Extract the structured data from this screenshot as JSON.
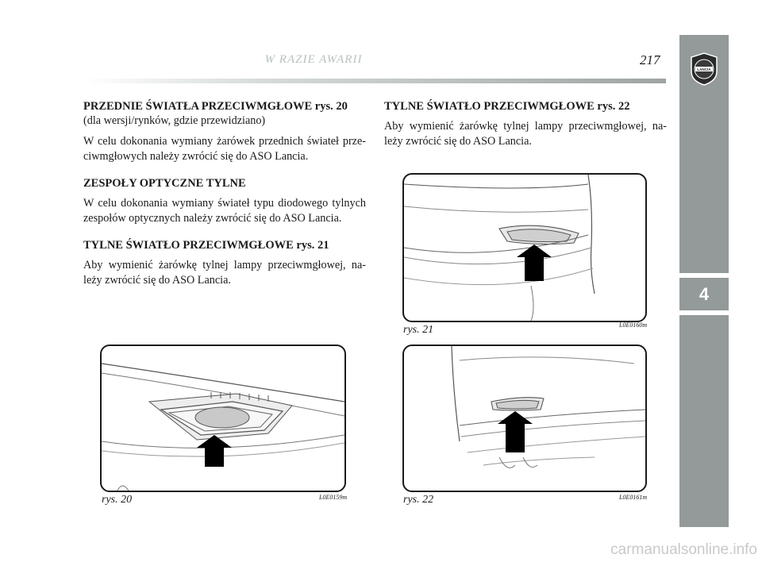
{
  "header": {
    "title": "W RAZIE AWARII",
    "page_number": "217"
  },
  "sidebar": {
    "logo_text": "LANCIA",
    "chapter": "4"
  },
  "left_column": {
    "section1": {
      "heading": "PRZEDNIE ŚWIATŁA PRZECIWMGŁOWE rys. 20",
      "subheading": "(dla wersji/rynków, gdzie przewidziano)",
      "body": "W celu dokonania wymiany żarówek przednich świateł prze-ciwmgłowych należy zwrócić się do ASO Lancia."
    },
    "section2": {
      "heading": "ZESPOŁY OPTYCZNE TYLNE",
      "body": "W celu dokonania wymiany świateł typu diodowego tylnych zespołów optycznych należy zwrócić się do ASO Lancia."
    },
    "section3": {
      "heading": "TYLNE ŚWIATŁO PRZECIWMGŁOWE rys. 21",
      "body": "Aby wymienić żarówkę tylnej lampy przeciwmgłowej, na-leży zwrócić się do ASO Lancia."
    }
  },
  "right_column": {
    "section1": {
      "heading": "TYLNE ŚWIATŁO PRZECIWMGŁOWE rys. 22",
      "body": "Aby wymienić żarówkę tylnej lampy przeciwmgłowej, na-leży zwrócić się do ASO Lancia."
    }
  },
  "figures": {
    "fig20": {
      "caption": "rys. 20",
      "code": "L0E0159m"
    },
    "fig21": {
      "caption": "rys. 21",
      "code": "L0E0160m"
    },
    "fig22": {
      "caption": "rys. 22",
      "code": "L0E0161m"
    }
  },
  "watermark": "carmanualsonline.info"
}
